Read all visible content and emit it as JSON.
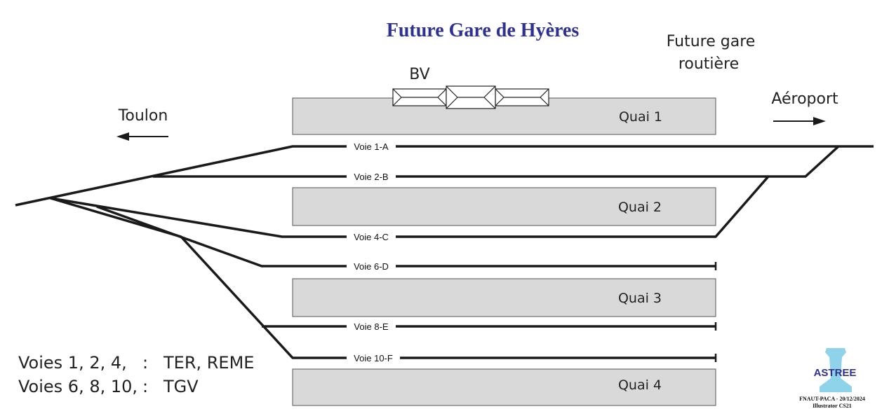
{
  "title": "Future Gare de Hyères",
  "bus_station": {
    "line1": "Future gare",
    "line2": "routière"
  },
  "bv_label": "BV",
  "direction_left": "Toulon",
  "direction_right": "Aéroport",
  "platforms": [
    "Quai 1",
    "Quai 2",
    "Quai 3",
    "Quai 4"
  ],
  "tracks": [
    "Voie 1-A",
    "Voie 2-B",
    "Voie 4-C",
    "Voie 6-D",
    "Voie 8-E",
    "Voie 10-F"
  ],
  "legend": [
    {
      "tracks": "Voies 1, 2, 4,",
      "sep": ":",
      "service": "TER, REME"
    },
    {
      "tracks": "Voies 6, 8, 10,",
      "sep": ":",
      "service": "TGV"
    }
  ],
  "logo": {
    "text": "ASTREE",
    "credit1": "FNAUT-PACA - 20/12/2024",
    "credit2": "Illustrator CS21"
  },
  "colors": {
    "title": "#2e3192",
    "platform": "#d9d9d9",
    "track": "#1a1a1a",
    "logo": "#8fd3ea",
    "logo_text": "#2e3192"
  }
}
